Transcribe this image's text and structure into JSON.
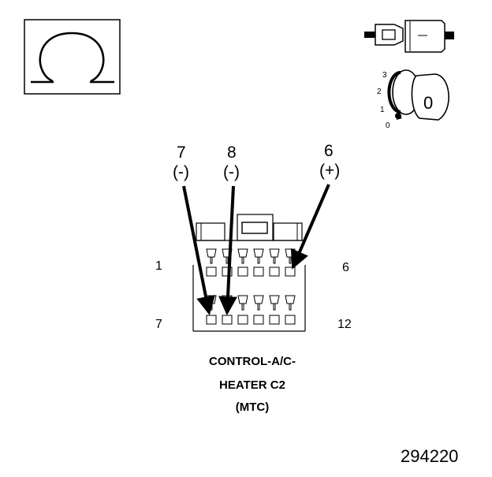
{
  "icons": {
    "ohmmeter": "ohm-symbol-icon",
    "connector": "disconnected-connector-icon",
    "ignition": "ignition-key-icon"
  },
  "ignition": {
    "positions": [
      "3",
      "2",
      "1",
      "0"
    ],
    "key_position": "0"
  },
  "pins": [
    {
      "number": "7",
      "polarity": "(-)"
    },
    {
      "number": "8",
      "polarity": "(-)"
    },
    {
      "number": "6",
      "polarity": "(+)"
    }
  ],
  "connector": {
    "row1_start": "1",
    "row1_end": "6",
    "row2_start": "7",
    "row2_end": "12"
  },
  "caption": {
    "line1": "CONTROL-A/C-",
    "line2": "HEATER C2",
    "line3": "(MTC)"
  },
  "figure_number": "294220"
}
